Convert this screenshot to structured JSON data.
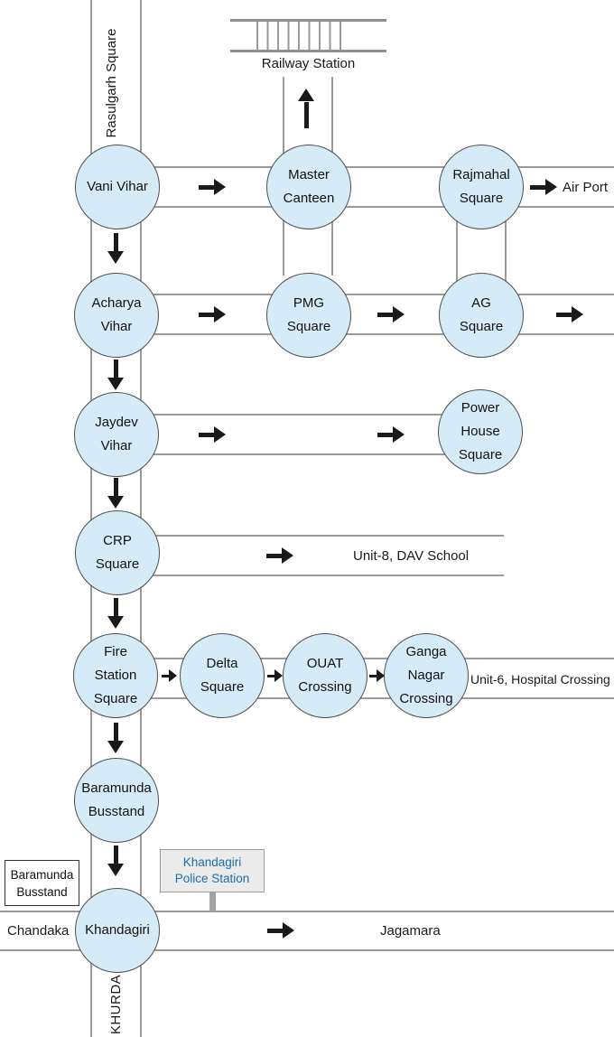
{
  "railway": {
    "label": "Railway Station"
  },
  "road_labels": {
    "rasulgarh": "Rasulgarh Square",
    "khurda": "KHURDA"
  },
  "nodes": [
    {
      "label": "Vani Vihar"
    },
    {
      "label": "Master\nCanteen"
    },
    {
      "label": "Rajmahal\nSquare"
    },
    {
      "label": "Acharya\nVihar"
    },
    {
      "label": "PMG\nSquare"
    },
    {
      "label": "AG\nSquare"
    },
    {
      "label": "Jaydev\nVihar"
    },
    {
      "label": "Power\nHouse\nSquare"
    },
    {
      "label": "CRP\nSquare"
    },
    {
      "label": "Fire\nStation\nSquare"
    },
    {
      "label": "Delta\nSquare"
    },
    {
      "label": "OUAT\nCrossing"
    },
    {
      "label": "Ganga\nNagar\nCrossing"
    },
    {
      "label": "Baramunda\nBusstand"
    },
    {
      "label": "Khandagiri"
    }
  ],
  "destinations": {
    "air_port": "Air Port",
    "unit8": "Unit-8, DAV School",
    "unit6": "Unit-6, Hospital Crossing",
    "jagamara": "Jagamara",
    "chandaka": "Chandaka"
  },
  "landmarks": {
    "baramunda_box": "Baramunda\nBusstand",
    "police_box": "Khandagiri\nPolice Station"
  },
  "colors": {
    "node_fill": "#d6ebf8",
    "node_border": "#4f4f4f",
    "road_line": "#9a9a9a",
    "arrow": "#1a1a1a",
    "police_text": "#1b6ea9",
    "police_fill": "#ebebeb"
  }
}
